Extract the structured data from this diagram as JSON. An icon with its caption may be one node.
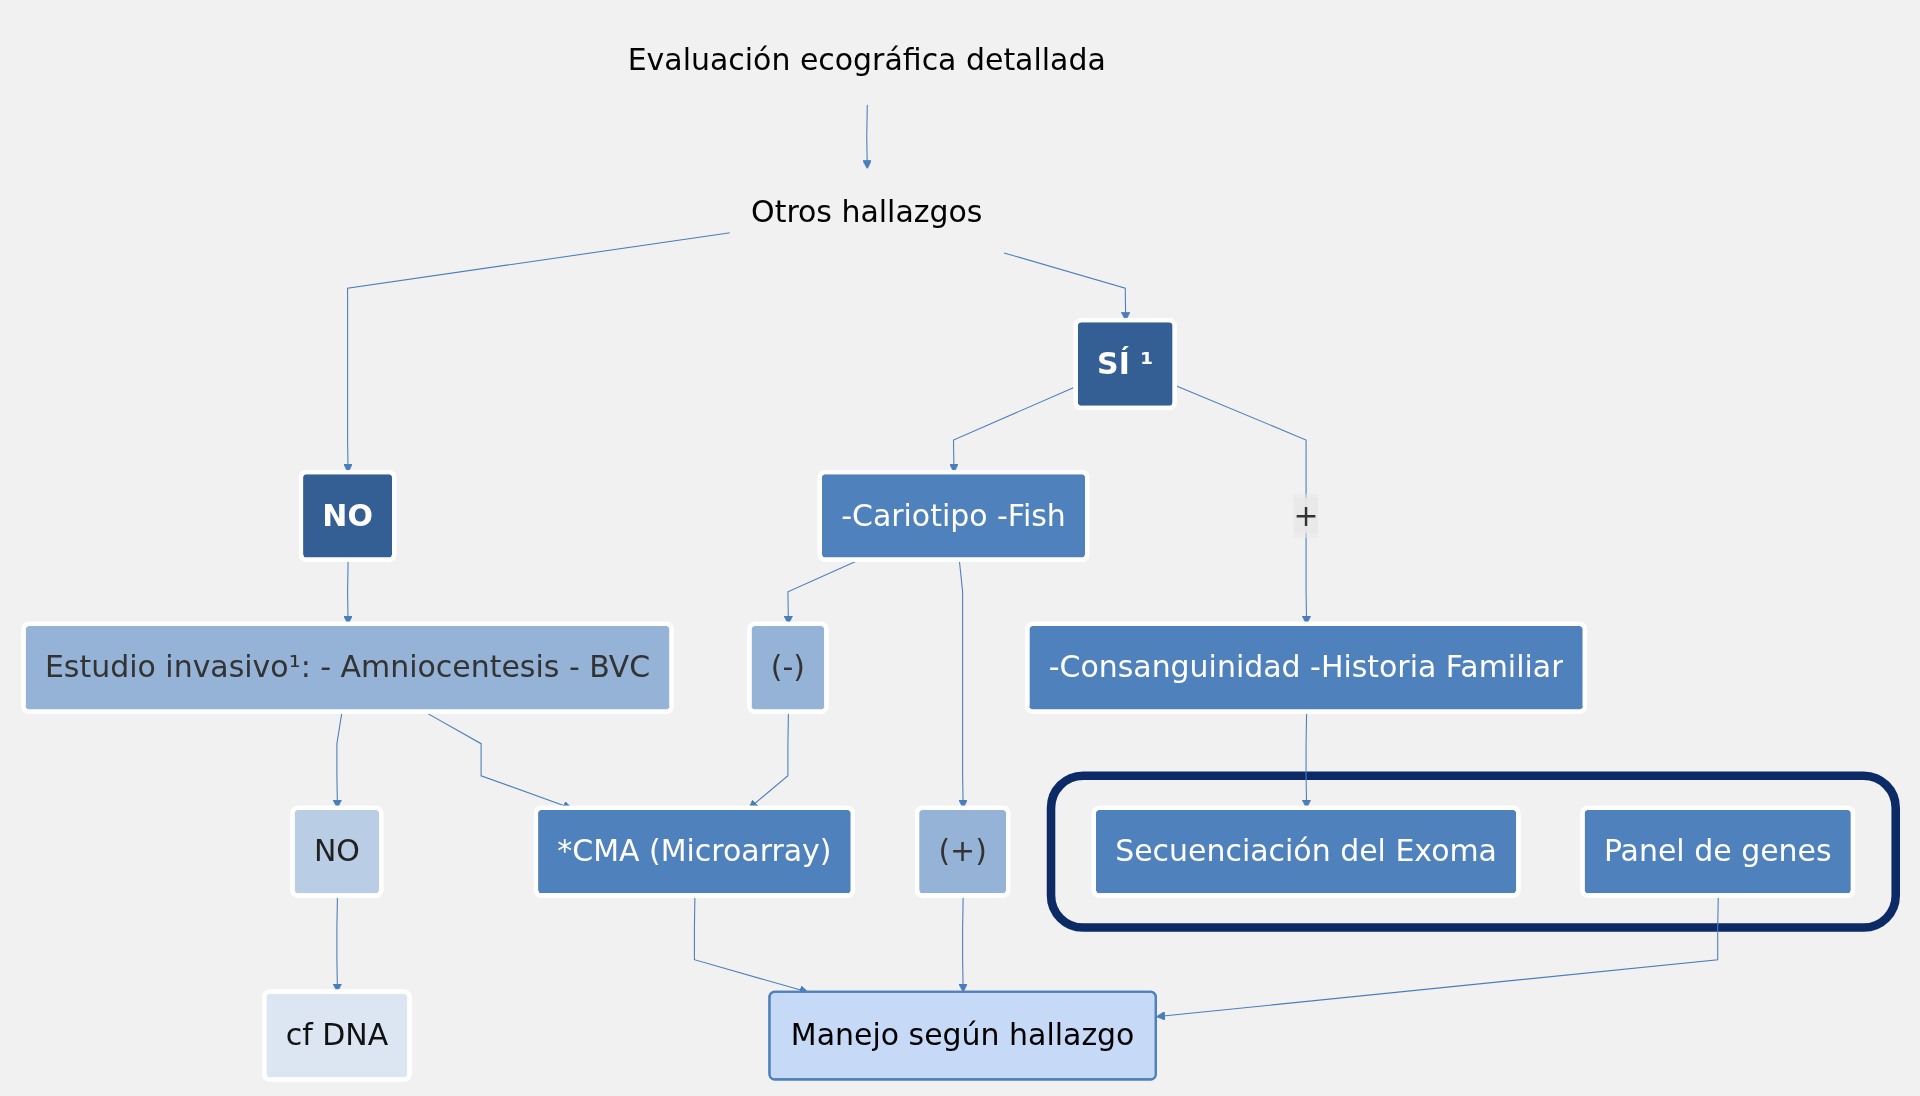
{
  "diagram": {
    "nodes": [
      {
        "text": [
          "Evaluación ecográfica detallada"
        ]
      },
      {
        "text": [
          "NO"
        ]
      },
      {
        "text": [
          "Otros hallazgos"
        ]
      },
      {
        "text": [
          "SÍ ¹"
        ]
      },
      {
        "text": [
          "-Consanguinidad -Historia Familiar"
        ]
      },
      {
        "text": [
          "Estudio invasivo¹: - Amniocentesis - BVC"
        ]
      },
      {
        "text": [
          "(-)"
        ]
      },
      {
        "text": [
          "-Cariotipo -Fish"
        ]
      },
      {
        "text": [],
        "shape": "box"
      },
      {
        "text": [
          "Secuenciación del Exoma"
        ],
        "in": 8
      },
      {
        "text": [
          "(+)"
        ]
      },
      {
        "text": [
          "Panel de genes"
        ],
        "in": 8
      },
      {
        "text": [
          "NO"
        ]
      },
      {
        "text": [
          "*CMA (Microarray)"
        ]
      },
      {
        "text": [
          "cf DNA"
        ]
      },
      {
        "text": [
          "Manejo según hallazgo"
        ]
      }
    ],
    "edges": [
      {
        "from": 0,
        "to": 2,
        "arrow": "to"
      },
      {
        "from": 2,
        "to": 1,
        "arrow": "to"
      },
      {
        "from": 2,
        "to": 3,
        "arrow": "to"
      },
      {
        "from": 3,
        "to": 4,
        "arrow": "to",
        "label": "+"
      },
      {
        "from": 3,
        "to": 7,
        "arrow": "to"
      },
      {
        "from": 4,
        "to": 9,
        "arrow": "to"
      },
      {
        "from": 7,
        "to": 6,
        "arrow": "to"
      },
      {
        "from": 7,
        "to": 10,
        "arrow": "to"
      },
      {
        "from": 1,
        "to": 5,
        "arrow": "to"
      },
      {
        "from": 5,
        "to": 12,
        "arrow": "to"
      },
      {
        "from": 5,
        "to": 13,
        "arrow": "to"
      },
      {
        "from": 6,
        "to": 13,
        "arrow": "to"
      },
      {
        "from": 12,
        "to": 14,
        "arrow": "to"
      },
      {
        "from": 13,
        "to": 15,
        "arrow": "to"
      },
      {
        "from": 10,
        "to": 15,
        "arrow": "to"
      },
      {
        "from": 11,
        "to": 15,
        "arrow": "to"
      }
    ]
  }
}
